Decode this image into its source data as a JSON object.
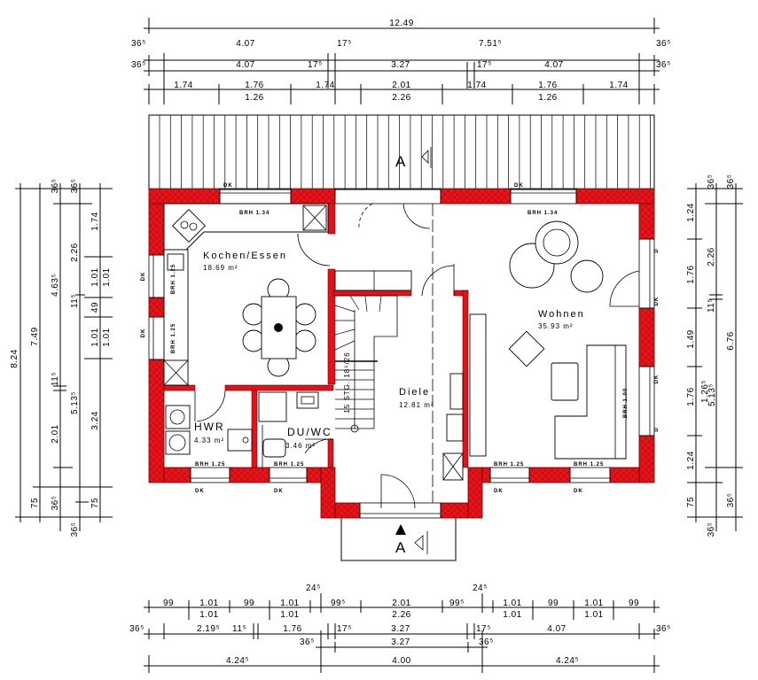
{
  "dims": {
    "top": {
      "r1": [
        "12.49"
      ],
      "r2": [
        "36⁵",
        "4.07",
        "17⁵",
        "7.51⁵",
        "36⁵"
      ],
      "r3": [
        "36⁵",
        "4.07",
        "17⁵",
        "3.27",
        "17⁵",
        "4.07",
        "36⁵"
      ],
      "r4": [
        "1.74",
        "1.76",
        "1.74",
        "2.01",
        "1.74",
        "1.76",
        "1.74"
      ],
      "r4b": [
        "1.26",
        "2.26",
        "1.26"
      ]
    },
    "bottom": {
      "r1": [
        "99",
        "1.01",
        "99",
        "1.01",
        "24⁵",
        "99⁵",
        "2.01",
        "99⁵",
        "24⁵",
        "1.01",
        "99",
        "1.01",
        "99"
      ],
      "r1b": [
        "1.01",
        "1.01",
        "2.26",
        "1.01",
        "1.01"
      ],
      "r2": [
        "36⁵",
        "2.19⁵",
        "11⁵",
        "1.76",
        "17⁵",
        "3.27",
        "17⁵",
        "4.07",
        "36⁵"
      ],
      "r3": [
        "36⁵",
        "3.27",
        "36⁵"
      ],
      "r4": [
        "4.24⁵",
        "4.00",
        "4.24⁵"
      ]
    },
    "left": {
      "c1": [
        "8.24"
      ],
      "c2": [
        "7.49",
        "75"
      ],
      "c3": [
        "36⁵",
        "4.63⁵",
        "11⁵",
        "2.01",
        "36⁵"
      ],
      "c4": [
        "36⁵",
        "2.26",
        "11⁵",
        "5.13⁵",
        "36⁵"
      ],
      "c5": [
        "1.74",
        "1.01",
        "49",
        "1.01",
        "3.24",
        "75"
      ],
      "c5b": [
        "1.01",
        "1.01"
      ]
    },
    "right": {
      "c1": [
        "1.24",
        "1.76",
        "1.49",
        "1.76",
        "1.24",
        "75"
      ],
      "c2": [
        "36⁵",
        "2.26",
        "11⁵",
        "1.26⁵",
        "5.13⁵",
        "36⁵"
      ],
      "c3": [
        "36⁵",
        "6.76",
        "36⁵"
      ]
    }
  },
  "rooms": [
    {
      "name": "Kochen/Essen",
      "area": "18.69 m²"
    },
    {
      "name": "HWR",
      "area": "4.33 m²"
    },
    {
      "name": "DU/WC",
      "area": "3.46 m²"
    },
    {
      "name": "Diele",
      "area": "12.81 m²"
    },
    {
      "name": "Wohnen",
      "area": "35.93 m²"
    }
  ],
  "stair_label": "15 STG. 18⁵/26",
  "section_marker": "A",
  "labels": {
    "brh134": "BRH 1.34",
    "brh125": "BRH 1.25",
    "brh100": "BRH 1.00",
    "dk": "DK",
    "d": "D"
  }
}
